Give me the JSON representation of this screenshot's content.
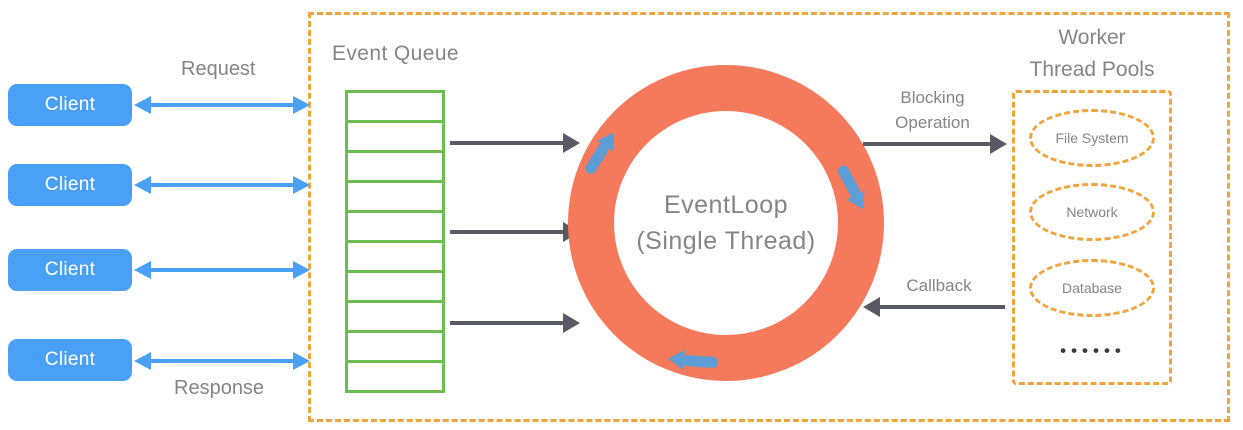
{
  "colors": {
    "client_blue": "#4AA0F6",
    "arrow_blue": "#4AA0F6",
    "ring_salmon": "#F5795B",
    "rotation_blue": "#5C9ED5",
    "queue_green": "#6DBE50",
    "dash_orange": "#F1A33C",
    "dark_arrow": "#5A5A64",
    "text_gray": "#84848B",
    "dots_color": "#3B3B42"
  },
  "clients": [
    {
      "label": "Client"
    },
    {
      "label": "Client"
    },
    {
      "label": "Client"
    },
    {
      "label": "Client"
    }
  ],
  "request_label": "Request",
  "response_label": "Response",
  "event_queue": {
    "title": "Event Queue",
    "rows": 10
  },
  "event_loop": {
    "title": "EventLoop",
    "subtitle": "(Single Thread)"
  },
  "blocking_operation": {
    "line1": "Blocking",
    "line2": "Operation"
  },
  "callback_label": "Callback",
  "worker_pools": {
    "title_line1": "Worker",
    "title_line2": "Thread Pools",
    "items": [
      {
        "label": "File System"
      },
      {
        "label": "Network"
      },
      {
        "label": "Database"
      }
    ],
    "dots": "••••••"
  }
}
